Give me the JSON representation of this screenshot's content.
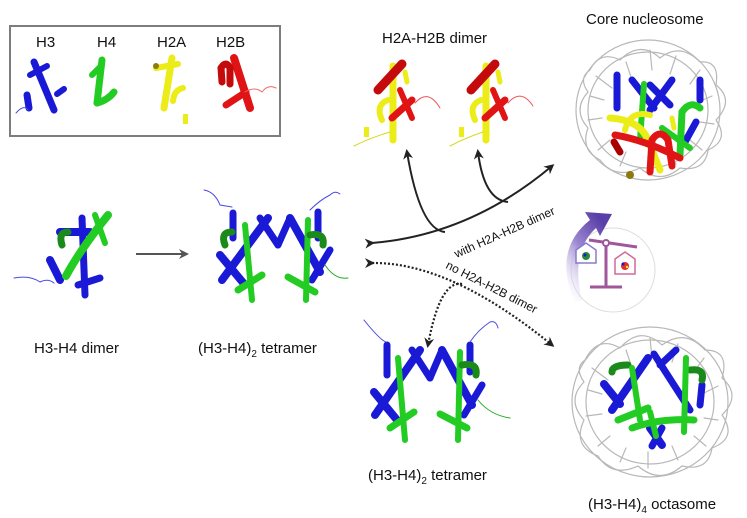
{
  "legend": {
    "items": [
      {
        "label": "H3",
        "color": "#1a1ad6"
      },
      {
        "label": "H4",
        "color": "#22cc22"
      },
      {
        "label": "H2A",
        "color": "#ecec18"
      },
      {
        "label": "H2B",
        "color": "#e01414"
      }
    ]
  },
  "labels": {
    "h2a_h2b_dimer": "H2A-H2B dimer",
    "core_nucleosome": "Core nucleosome",
    "h3_h4_dimer": "H3-H4 dimer",
    "tetramer_prefix": "(H3-H4)",
    "tetramer_sub": "2",
    "tetramer_suffix": " tetramer",
    "octasome_prefix": "(H3-H4)",
    "octasome_sub": "4",
    "octasome_suffix": " octasome"
  },
  "arrows": {
    "with_dimer": "with H2A-H2B dimer",
    "no_dimer": "no H2A-H2B dimer"
  },
  "colors": {
    "h3": "#1a1ad6",
    "h4": "#22cc22",
    "h2a": "#ecec18",
    "h2b": "#e01414",
    "dna": "#b8b8b8",
    "arrow": "#222222",
    "cycle_arrow": "#6a4fb0",
    "scale": "#a0569a"
  }
}
